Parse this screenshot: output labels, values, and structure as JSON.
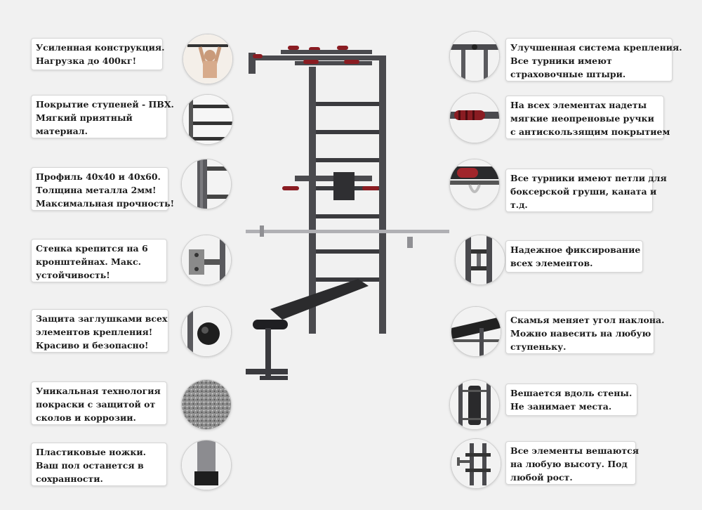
{
  "colors": {
    "frame": "#4a4a4e",
    "grip": "#8a1c22",
    "bench": "#2b2b2d",
    "background": "#f1f1f1"
  },
  "left_features": [
    {
      "id": "reinforced",
      "icon": "pullup-person-icon",
      "lines": [
        "Усиленная конструкция.",
        "Нагрузка до 400кг!"
      ]
    },
    {
      "id": "pvc-steps",
      "icon": "pvc-steps-icon",
      "lines": [
        "Покрытие ступеней - ПВХ.",
        "Мягкий приятный",
        "материал."
      ]
    },
    {
      "id": "profile",
      "icon": "steel-profile-icon",
      "lines": [
        "Профиль 40х40 и 40х60.",
        "Толщина металла 2мм!",
        "Максимальная прочность!"
      ]
    },
    {
      "id": "brackets",
      "icon": "wall-bracket-icon",
      "lines": [
        "Стенка крепится на 6",
        "кронштейнах. Макс.",
        "устойчивость!"
      ]
    },
    {
      "id": "caps",
      "icon": "end-cap-icon",
      "lines": [
        "Защита заглушками всех",
        "элементов крепления!",
        "Красиво и безопасно!"
      ]
    },
    {
      "id": "paint",
      "icon": "paint-texture-icon",
      "lines": [
        "Уникальная технология",
        "покраски с защитой от",
        "сколов и коррозии."
      ]
    },
    {
      "id": "feet",
      "icon": "plastic-foot-icon",
      "lines": [
        "Пластиковые ножки.",
        "Ваш пол останется в",
        "сохранности."
      ]
    }
  ],
  "right_features": [
    {
      "id": "mounting",
      "icon": "mount-pins-icon",
      "lines": [
        "Улучшенная система крепления.",
        "Все турники имеют",
        "страховочные штыри."
      ]
    },
    {
      "id": "grips",
      "icon": "neoprene-grip-icon",
      "lines": [
        "На всех элементах надеты",
        "мягкие неопреновые ручки",
        "с антискользящим покрытием"
      ]
    },
    {
      "id": "loops",
      "icon": "hanging-loop-icon",
      "lines": [
        "Все турники имеют петли для",
        "боксерской груши, каната и",
        "т.д."
      ]
    },
    {
      "id": "fixing",
      "icon": "fixing-clamp-icon",
      "lines": [
        "Надежное фиксирование",
        "всех элементов."
      ]
    },
    {
      "id": "bench-angle",
      "icon": "bench-incline-icon",
      "lines": [
        "Скамья меняет угол наклона.",
        "Можно навесить на любую",
        "ступеньку."
      ]
    },
    {
      "id": "wall-hang",
      "icon": "wall-hang-icon",
      "lines": [
        "Вешается вдоль стены.",
        "Не занимает места."
      ]
    },
    {
      "id": "any-height",
      "icon": "height-adjust-icon",
      "lines": [
        "Все элементы вешаются",
        "на любую высоту. Под",
        "любой рост."
      ]
    }
  ]
}
